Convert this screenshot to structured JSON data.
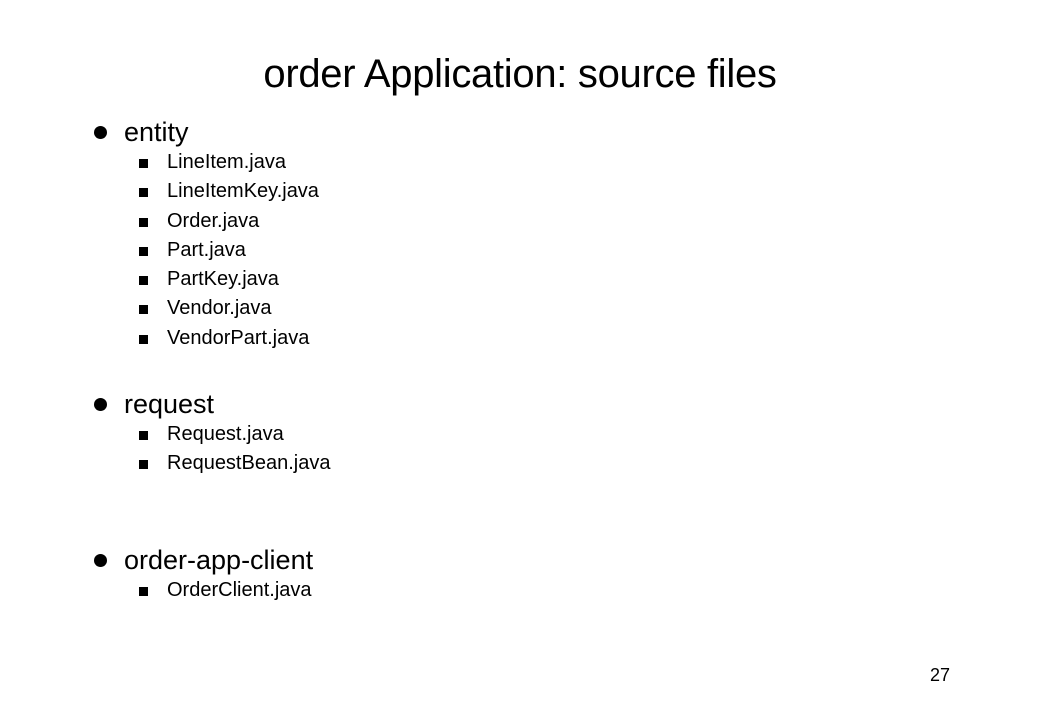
{
  "slide": {
    "title": "order Application: source files",
    "page_number": "27",
    "sections": [
      {
        "label": "entity",
        "items": [
          "LineItem.java",
          "LineItemKey.java",
          "Order.java",
          "Part.java",
          "PartKey.java",
          "Vendor.java",
          "VendorPart.java"
        ]
      },
      {
        "label": "request",
        "items": [
          "Request.java",
          "RequestBean.java"
        ]
      },
      {
        "label": "order-app-client",
        "items": [
          "OrderClient.java"
        ]
      }
    ]
  }
}
